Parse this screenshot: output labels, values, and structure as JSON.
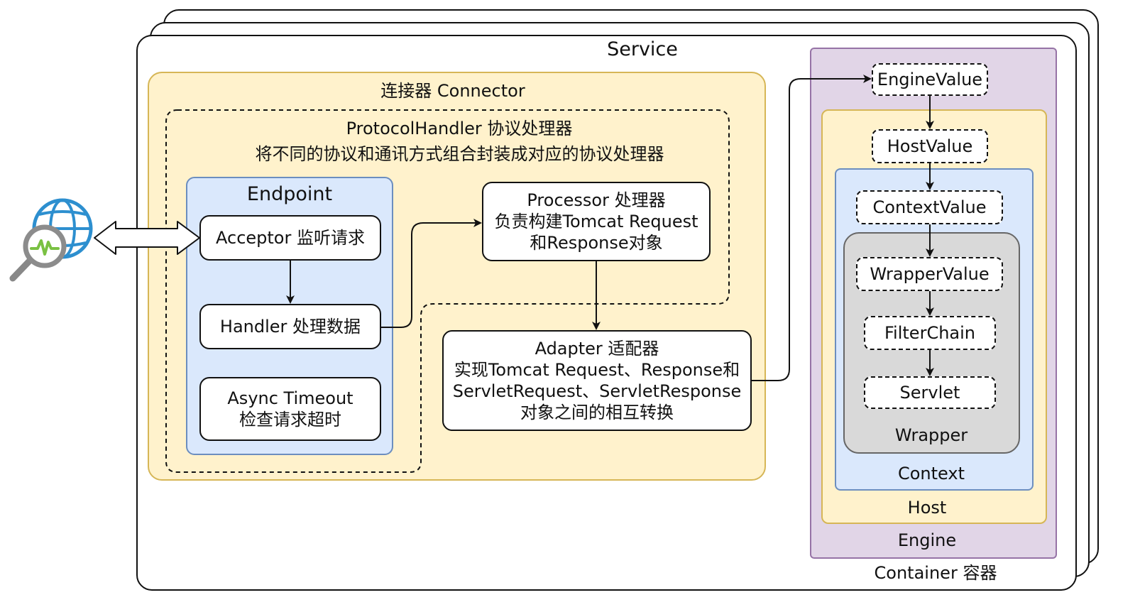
{
  "service": {
    "label": "Service"
  },
  "connector": {
    "label": "连接器 Connector",
    "protocol_handler": {
      "title": "ProtocolHandler 协议处理器",
      "desc": "将不同的协议和通讯方式组合封装成对应的协议处理器"
    },
    "endpoint": {
      "label": "Endpoint",
      "acceptor": "Acceptor 监听请求",
      "handler": "Handler 处理数据",
      "async_timeout": {
        "line1": "Async Timeout",
        "line2": "检查请求超时"
      }
    },
    "processor": {
      "line1": "Processor 处理器",
      "line2": "负责构建Tomcat Request",
      "line3": "和Response对象"
    },
    "adapter": {
      "line1": "Adapter 适配器",
      "line2": "实现Tomcat Request、Response和",
      "line3": "ServletRequest、ServletResponse",
      "line4": "对象之间的相互转换"
    }
  },
  "container": {
    "label": "Container 容器",
    "engine": {
      "label": "Engine",
      "value": "EngineValue"
    },
    "host": {
      "label": "Host",
      "value": "HostValue"
    },
    "context": {
      "label": "Context",
      "value": "ContextValue"
    },
    "wrapper": {
      "label": "Wrapper",
      "value": "WrapperValue",
      "filter_chain": "FilterChain",
      "servlet": "Servlet"
    }
  },
  "colors": {
    "connector_fill": "#fff2cc",
    "connector_border": "#d6b656",
    "endpoint_fill": "#dae8fc",
    "endpoint_border": "#6c8ebf",
    "engine_fill": "#e1d5e7",
    "engine_border": "#9673a6",
    "wrapper_fill": "#d9d9d9",
    "wrapper_border": "#666666",
    "globe": "#2d8fcf",
    "lens_handle": "#888888",
    "pulse": "#7ac143"
  },
  "icons": {
    "client": "web-monitor-globe-icon"
  }
}
